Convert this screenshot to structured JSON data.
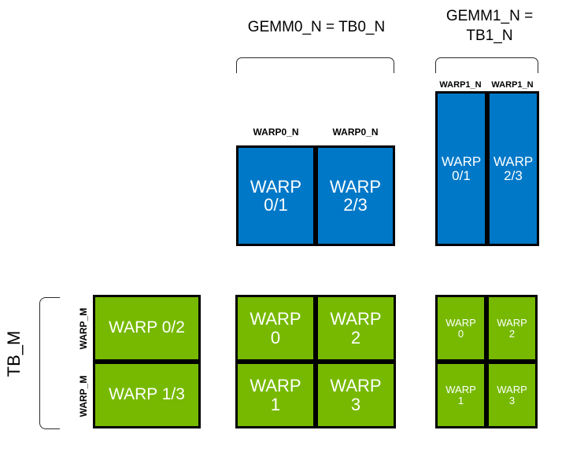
{
  "diagram": {
    "title_gemm0": "GEMM0_N = TB0_N",
    "title_gemm1": "GEMM1_N =\nTB1_N",
    "tb_m_label": "TB_M",
    "captions": {
      "warp0_n_a": "WARP0_N",
      "warp0_n_b": "WARP0_N",
      "warp1_n_a": "WARP1_N",
      "warp1_n_b": "WARP1_N",
      "warp_m_top": "WARP_M",
      "warp_m_bottom": "WARP_M"
    },
    "gemm0_blue": {
      "tiles": [
        {
          "label": "WARP\n0/1"
        },
        {
          "label": "WARP\n2/3"
        }
      ]
    },
    "gemm1_blue": {
      "tiles": [
        {
          "label": "WARP\n0/1"
        },
        {
          "label": "WARP\n2/3"
        }
      ]
    },
    "left_green": {
      "tiles": [
        {
          "label": "WARP 0/2"
        },
        {
          "label": "WARP 1/3"
        }
      ]
    },
    "mid_green": {
      "tiles": [
        {
          "label": "WARP\n0"
        },
        {
          "label": "WARP\n2"
        },
        {
          "label": "WARP\n1"
        },
        {
          "label": "WARP\n3"
        }
      ]
    },
    "right_green": {
      "tiles": [
        {
          "label": "WARP\n0"
        },
        {
          "label": "WARP\n2"
        },
        {
          "label": "WARP\n1"
        },
        {
          "label": "WARP\n3"
        }
      ]
    },
    "colors": {
      "blue": "#0078C8",
      "green": "#76B900",
      "outline": "#000000",
      "background": "#FFFFFF"
    }
  }
}
